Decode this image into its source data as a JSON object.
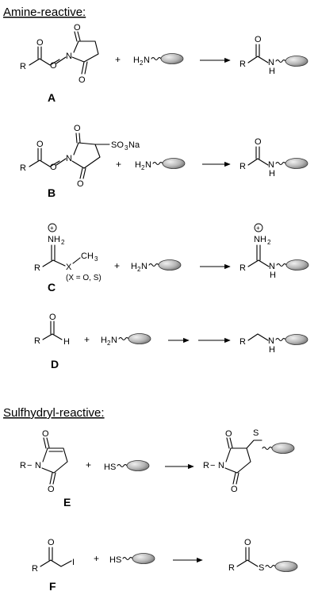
{
  "headers": {
    "amine": "Amine-reactive:",
    "sulfhydryl": "Sulfhydryl-reactive:"
  },
  "labels": {
    "A": "A",
    "B": "B",
    "C": "C",
    "D": "D",
    "E": "E",
    "F": "F"
  },
  "atoms": {
    "R": "R",
    "O": "O",
    "N": "N",
    "H": "H",
    "HN": "HN",
    "S": "S",
    "I": "I",
    "X": "X",
    "CH": "CH",
    "NH": "NH",
    "SO": "SO",
    "Na": "Na",
    "HS": "HS",
    "sub2": "2",
    "sub3": "3",
    "minus": "−",
    "plus_sign": "+",
    "charge_plus": "+"
  },
  "notes": {
    "x_def": "(X = O, S)"
  },
  "operators": {
    "plus": "+"
  },
  "colors": {
    "bead_light": "#f0f0f0",
    "bead_dark": "#6e6e6e",
    "ink": "#000000"
  }
}
